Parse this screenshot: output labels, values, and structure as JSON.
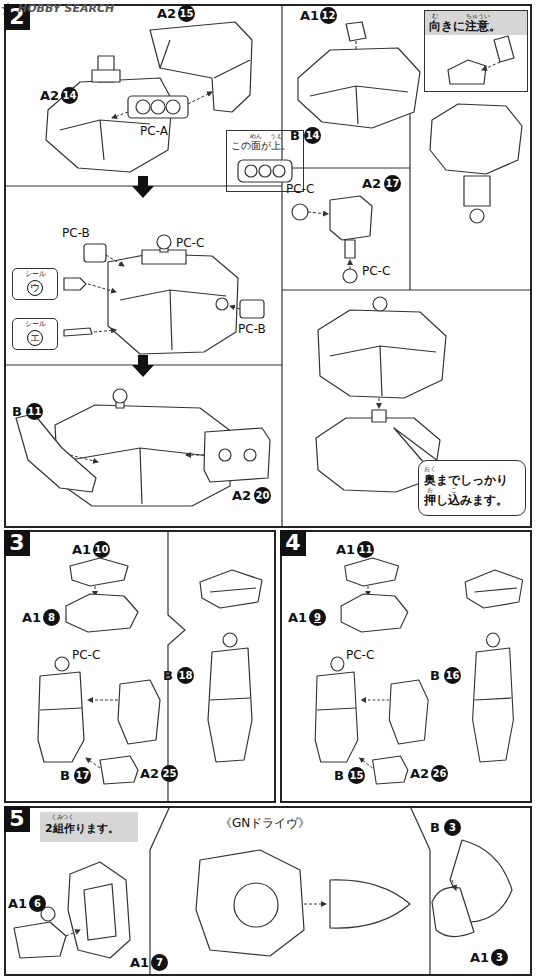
{
  "diagram": {
    "nodes": [
      {
        "text": [
          "2"
        ]
      },
      {
        "text": [
          "向きに注意。"
        ],
        "in": 0
      },
      {
        "text": [
          "この面が上。"
        ],
        "in": 0
      },
      {
        "text": [
          "シール",
          "ウ"
        ],
        "in": 0
      },
      {
        "text": [
          "シール",
          "エ"
        ],
        "in": 0
      },
      {
        "text": [
          "奥までしっかり 押し込みます。"
        ],
        "in": 0
      },
      {
        "text": [
          "3"
        ]
      },
      {
        "text": [
          "4"
        ]
      },
      {
        "text": [
          "5"
        ]
      },
      {
        "text": [
          "2組作ります。"
        ],
        "in": 8
      }
    ],
    "labels": [
      "HOBBY SEARCH",
      "A2",
      "15",
      "A2",
      "14",
      "PC-A",
      "めん",
      "うえ",
      "PC-B",
      "PC-C",
      "PC-B",
      "B",
      "11",
      "A2",
      "20",
      "A1",
      "12",
      "B",
      "14",
      "PC-C",
      "A2",
      "17",
      "PC-C",
      "む",
      "ちゅうい",
      "おく",
      "お",
      "こ",
      "A1",
      "10",
      "A1",
      "8",
      "PC-C",
      "B",
      "18",
      "B",
      "17",
      "A2",
      "25",
      "A1",
      "11",
      "A1",
      "9",
      "PC-C",
      "B",
      "16",
      "A2",
      "26",
      "B",
      "15",
      "くみ",
      "つく",
      "《GNドライヴ》",
      "A1",
      "6",
      "A1",
      "7",
      "B",
      "3",
      "A1",
      "3"
    ]
  }
}
